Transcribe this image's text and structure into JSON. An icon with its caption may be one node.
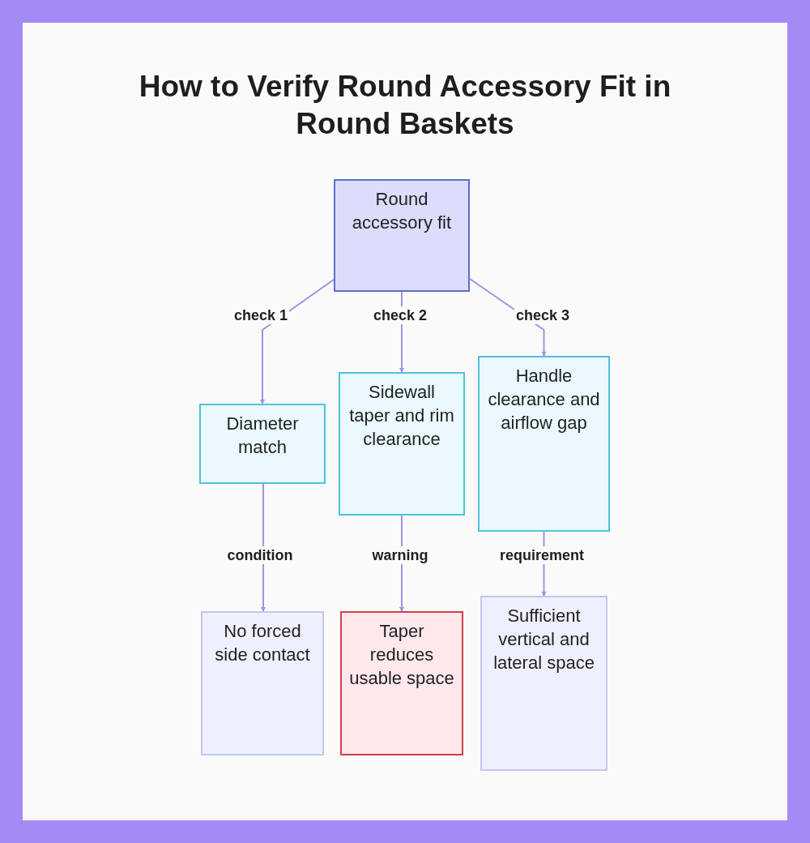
{
  "diagram": {
    "title": "How to Verify Round Accessory Fit in Round Baskets",
    "nodes": [
      {
        "text": [
          "Round accessory fit"
        ]
      },
      {
        "text": [
          "Diameter match"
        ]
      },
      {
        "text": [
          "Sidewall taper and rim clearance"
        ]
      },
      {
        "text": [
          "Handle clearance and airflow gap"
        ]
      },
      {
        "text": [
          "No forced side contact"
        ]
      },
      {
        "text": [
          "Taper reduces usable space"
        ]
      },
      {
        "text": [
          "Sufficient vertical and lateral space"
        ]
      }
    ],
    "edges": [
      {
        "from": 0,
        "to": 1,
        "arrow": "to",
        "label": "check 1"
      },
      {
        "from": 0,
        "to": 2,
        "arrow": "to",
        "label": "check 2"
      },
      {
        "from": 0,
        "to": 3,
        "arrow": "to",
        "label": "check 3"
      },
      {
        "from": 1,
        "to": 4,
        "arrow": "to",
        "label": "condition"
      },
      {
        "from": 2,
        "to": 5,
        "arrow": "to",
        "label": "warning"
      },
      {
        "from": 3,
        "to": 6,
        "arrow": "to",
        "label": "requirement"
      }
    ]
  }
}
